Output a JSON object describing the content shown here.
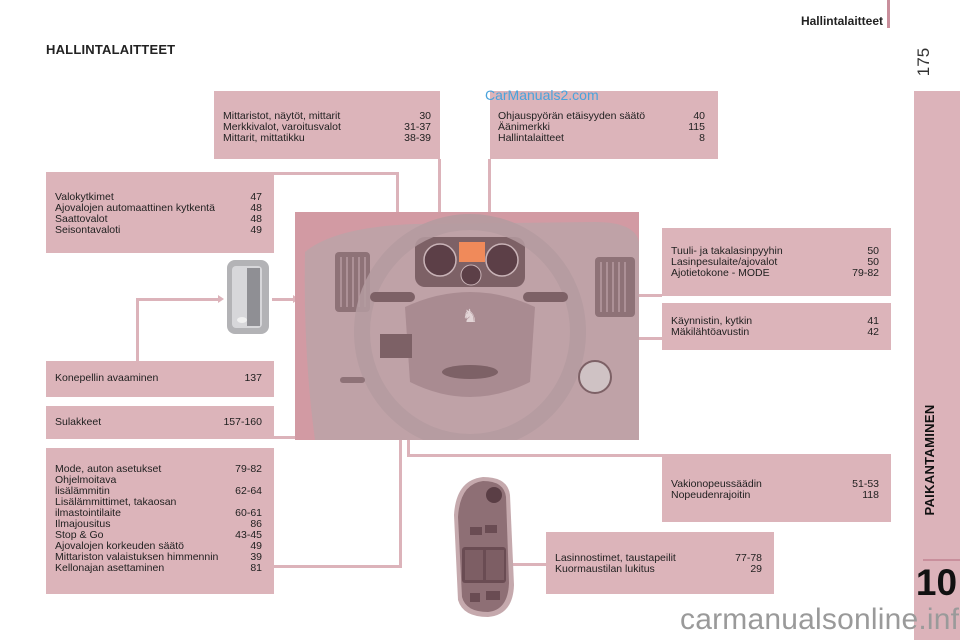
{
  "header": {
    "section_title": "Hallintalaitteet",
    "page_number": "175",
    "chapter_label": "PAIKANTAMINEN",
    "chapter_number": "10"
  },
  "page_heading": "HALLINTALAITTEET",
  "watermarks": {
    "top": "CarManuals2.com",
    "bottom": "carmanualsonline.info"
  },
  "colors": {
    "box_fill": "#dcb4ba",
    "accent_line": "#c98f9c",
    "dashboard_bg": "#d29aa3",
    "watermark_blue": "#4aa3dc"
  },
  "boxes": {
    "instruments": {
      "items": [
        {
          "label": "Mittaristot, näytöt, mittarit",
          "page": "30"
        },
        {
          "label": "Merkkivalot, varoitusvalot",
          "page": "31-37"
        },
        {
          "label": "Mittarit, mittatikku",
          "page": "38-39"
        }
      ]
    },
    "steering": {
      "items": [
        {
          "label": "Ohjauspyörän etäisyyden säätö",
          "page": "40"
        },
        {
          "label": "Äänimerkki",
          "page": "115"
        },
        {
          "label": "Hallintalaitteet",
          "page": "8"
        }
      ]
    },
    "lights": {
      "items": [
        {
          "label": "Valokytkimet",
          "page": "47"
        },
        {
          "label": "Ajovalojen automaattinen kytkentä",
          "page": "48"
        },
        {
          "label": "Saattovalot",
          "page": "48"
        },
        {
          "label": "Seisontavaloti",
          "page": "49"
        }
      ]
    },
    "wipers": {
      "items": [
        {
          "label": "Tuuli- ja takalasinpyyhin",
          "page": "50"
        },
        {
          "label": "Lasinpesulaite/ajovalot",
          "page": "50"
        },
        {
          "label": "Ajotietokone - MODE",
          "page": "79-82"
        }
      ]
    },
    "ignition": {
      "items": [
        {
          "label": "Käynnistin, kytkin",
          "page": "41"
        },
        {
          "label": "Mäkilähtöavustin",
          "page": "42"
        }
      ]
    },
    "bonnet": {
      "items": [
        {
          "label": "Konepellin avaaminen",
          "page": "137"
        }
      ]
    },
    "fuses": {
      "items": [
        {
          "label": "Sulakkeet",
          "page": "157-160"
        }
      ]
    },
    "settings": {
      "items": [
        {
          "label": "Mode, auton asetukset",
          "page": "79-82"
        },
        {
          "label": "Ohjelmoitava",
          "page": ""
        },
        {
          "label": "lisälämmitin",
          "page": "62-64"
        },
        {
          "label": "Lisälämmittimet, takaosan",
          "page": ""
        },
        {
          "label": "ilmastointilaite",
          "page": "60-61"
        },
        {
          "label": "Ilmajousitus",
          "page": "86"
        },
        {
          "label": "Stop & Go",
          "page": "43-45"
        },
        {
          "label": "Ajovalojen korkeuden säätö",
          "page": "49"
        },
        {
          "label": "Mittariston valaistuksen himmennin",
          "page": "39"
        },
        {
          "label": "Kellonajan asettaminen",
          "page": "81"
        }
      ]
    },
    "cruise": {
      "items": [
        {
          "label": "Vakionopeussäädin",
          "page": "51-53"
        },
        {
          "label": "Nopeudenrajoitin",
          "page": "118"
        }
      ]
    },
    "windows": {
      "items": [
        {
          "label": "Lasinnostimet, taustapeilit",
          "page": "77-78"
        },
        {
          "label": "Kuormaustilan lukitus",
          "page": "29"
        }
      ]
    }
  }
}
